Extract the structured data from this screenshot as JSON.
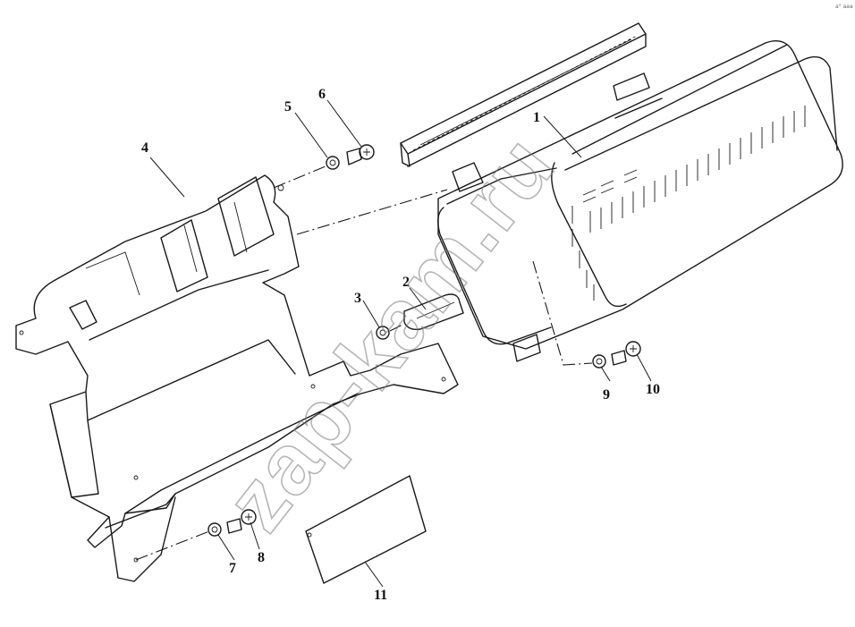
{
  "diagram": {
    "callouts": [
      {
        "id": "c1",
        "label": "1"
      },
      {
        "id": "c2",
        "label": "2"
      },
      {
        "id": "c3",
        "label": "3"
      },
      {
        "id": "c4",
        "label": "4"
      },
      {
        "id": "c5",
        "label": "5"
      },
      {
        "id": "c6",
        "label": "6"
      },
      {
        "id": "c7",
        "label": "7"
      },
      {
        "id": "c8",
        "label": "8"
      },
      {
        "id": "c9",
        "label": "9"
      },
      {
        "id": "c10",
        "label": "10"
      },
      {
        "id": "c11",
        "label": "11"
      }
    ],
    "watermark": "zap-kam.ru",
    "corner_mark": "a° aaa"
  }
}
